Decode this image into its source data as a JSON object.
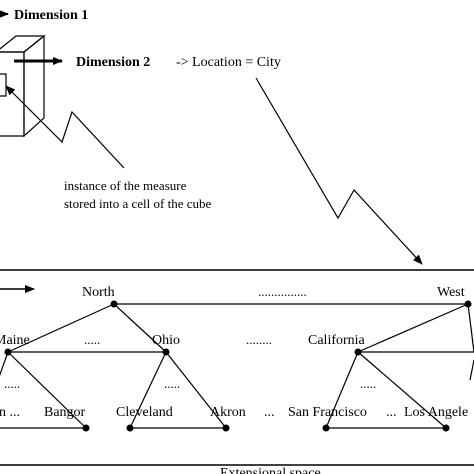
{
  "labels": {
    "dimension1": "Dimension 1",
    "dimension2": "Dimension 2",
    "location_city": "-> Location = City",
    "instance_line1": "instance of the measure",
    "instance_line2": "stored into a cell of the cube",
    "north": "North",
    "west": "West",
    "dots_top": "...............",
    "maine": "Maine",
    "ohio": "Ohio",
    "california": "California",
    "dots_maine_ohio": ".....",
    "dots_ohio_cal": "........",
    "dots_maine_sub": ".....",
    "dots_ohio_sub": ".....",
    "dots_cal_sub": ".....",
    "city_cut": "on ...",
    "bangor": "Bangor",
    "cleveland": "Cleveland",
    "akron": "Akron",
    "sep1": "...",
    "san_francisco": "San Francisco",
    "sep2": "...",
    "los_angeles": "Los Angele",
    "bottom_caption": "Extensional space"
  },
  "colors": {
    "ink": "#000000",
    "background": "#ffffff"
  }
}
